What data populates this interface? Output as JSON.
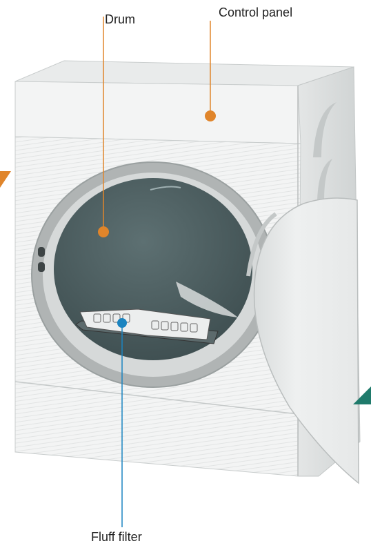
{
  "labels": {
    "drum": "Drum",
    "control_panel": "Control panel",
    "fluff_filter": "Fluff filter"
  },
  "colors": {
    "orange_marker": "#E0852B",
    "blue_marker": "#1A84C0",
    "teal_arrow": "#1F7A6B",
    "drum_interior": "#4B5D5F",
    "appliance_body": "#F1F2F2"
  },
  "icons": [
    "orange-callout-dot",
    "blue-callout-dot",
    "orange-arrow-icon",
    "teal-arrow-icon"
  ]
}
